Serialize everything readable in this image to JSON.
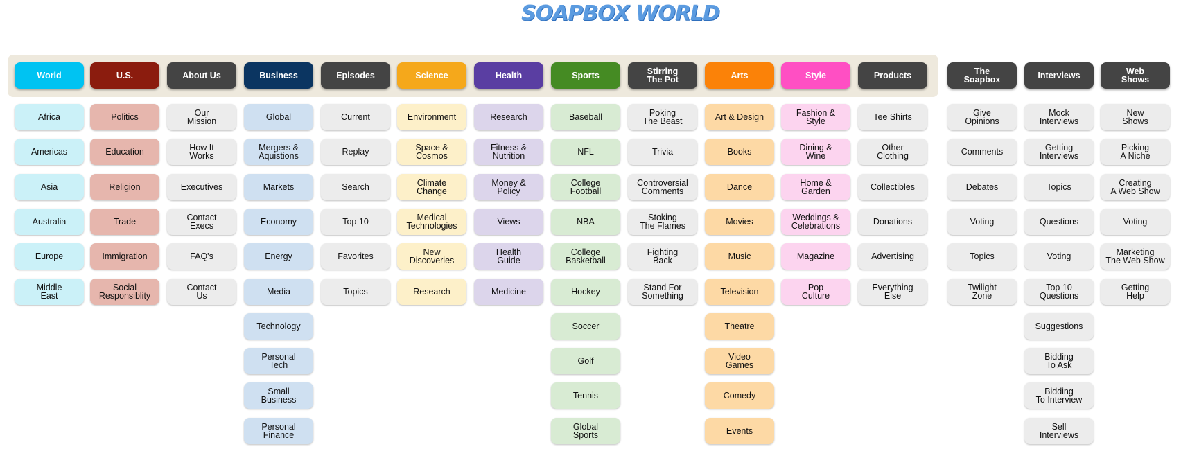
{
  "title": "SOAPBOX WORLD",
  "columns": [
    {
      "header": "World",
      "color": "#00c3f2",
      "item_color": "#cbf1f8",
      "items": [
        "Africa",
        "Americas",
        "Asia",
        "Australia",
        "Europe",
        "Middle\nEast"
      ]
    },
    {
      "header": "U.S.",
      "color": "#8b1c0e",
      "item_color": "#e6b6ad",
      "items": [
        "Politics",
        "Education",
        "Religion",
        "Trade",
        "Immigration",
        "Social\nResponsiblity"
      ]
    },
    {
      "header": "About Us",
      "color": "#444444",
      "item_color": "#ececec",
      "items": [
        "Our\nMission",
        "How It\nWorks",
        "Executives",
        "Contact\nExecs",
        "FAQ's",
        "Contact\nUs"
      ]
    },
    {
      "header": "Business",
      "color": "#0b3561",
      "item_color": "#cfe0f1",
      "items": [
        "Global",
        "Mergers &\nAquistions",
        "Markets",
        "Economy",
        "Energy",
        "Media",
        "Technology",
        "Personal\nTech",
        "Small\nBusiness",
        "Personal\nFinance"
      ]
    },
    {
      "header": "Episodes",
      "color": "#444444",
      "item_color": "#ececec",
      "items": [
        "Current",
        "Replay",
        "Search",
        "Top 10",
        "Favorites",
        "Topics"
      ]
    },
    {
      "header": "Science",
      "color": "#f5a81b",
      "item_color": "#fdf0c9",
      "items": [
        "Environment",
        "Space &\nCosmos",
        "Climate\nChange",
        "Medical\nTechnologies",
        "New\nDiscoveries",
        "Research"
      ]
    },
    {
      "header": "Health",
      "color": "#5a3ea2",
      "item_color": "#dcd5eb",
      "items": [
        "Research",
        "Fitness &\nNutrition",
        "Money &\nPolicy",
        "Views",
        "Health\nGuide",
        "Medicine"
      ]
    },
    {
      "header": "Sports",
      "color": "#458b23",
      "item_color": "#d8ebd3",
      "items": [
        "Baseball",
        "NFL",
        "College\nFootball",
        "NBA",
        "College\nBasketball",
        "Hockey",
        "Soccer",
        "Golf",
        "Tennis",
        "Global\nSports"
      ]
    },
    {
      "header": "Stirring\nThe Pot",
      "color": "#444444",
      "item_color": "#ececec",
      "items": [
        "Poking\nThe Beast",
        "Trivia",
        "Controversial\nComments",
        "Stoking\nThe Flames",
        "Fighting\nBack",
        "Stand For\nSomething"
      ]
    },
    {
      "header": "Arts",
      "color": "#fb8208",
      "item_color": "#fdd9a5",
      "items": [
        "Art & Design",
        "Books",
        "Dance",
        "Movies",
        "Music",
        "Television",
        "Theatre",
        "Video\nGames",
        "Comedy",
        "Events"
      ]
    },
    {
      "header": "Style",
      "color": "#ff4fc3",
      "item_color": "#fcd4ef",
      "items": [
        "Fashion &\nStyle",
        "Dining &\nWine",
        "Home &\nGarden",
        "Weddings &\nCelebrations",
        "Magazine",
        "Pop\nCulture"
      ]
    },
    {
      "header": "Products",
      "color": "#444444",
      "item_color": "#ececec",
      "items": [
        "Tee Shirts",
        "Other\nClothing",
        "Collectibles",
        "Donations",
        "Advertising",
        "Everything\nElse"
      ]
    },
    {
      "header": "The\nSoapbox",
      "color": "#444444",
      "item_color": "#ececec",
      "items": [
        "Give\nOpinions",
        "Comments",
        "Debates",
        "Voting",
        "Topics",
        "Twilight\nZone"
      ]
    },
    {
      "header": "Interviews",
      "color": "#444444",
      "item_color": "#ececec",
      "items": [
        "Mock\nInterviews",
        "Getting\nInterviews",
        "Topics",
        "Questions",
        "Voting",
        "Top 10\nQuestions",
        "Suggestions",
        "Bidding\nTo Ask",
        "Bidding\nTo Interview",
        "Sell\nInterviews"
      ]
    },
    {
      "header": "Web\nShows",
      "color": "#444444",
      "item_color": "#ececec",
      "items": [
        "New\nShows",
        "Picking\nA Niche",
        "Creating\nA Web Show",
        "Voting",
        "Marketing\nThe Web Show",
        "Getting\nHelp"
      ]
    }
  ]
}
